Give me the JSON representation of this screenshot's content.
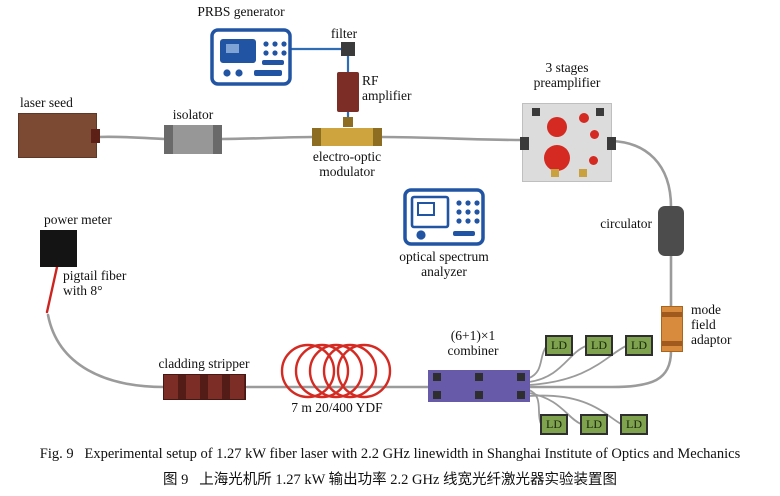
{
  "figure": {
    "components": {
      "prbs_generator": {
        "label": "PRBS generator"
      },
      "filter": {
        "label": "filter"
      },
      "rf_amplifier": {
        "label_lines": [
          "RF",
          "amplifier"
        ]
      },
      "laser_seed": {
        "label": "laser seed"
      },
      "isolator": {
        "label": "isolator"
      },
      "electro_optic_modulator": {
        "label_lines": [
          "electro-optic",
          "modulator"
        ]
      },
      "preamplifier": {
        "label_lines": [
          "3 stages",
          "preamplifier"
        ]
      },
      "circulator": {
        "label": "circulator"
      },
      "optical_spectrum_analyzer": {
        "label_lines": [
          "optical spectrum",
          "analyzer"
        ]
      },
      "power_meter": {
        "label": "power meter"
      },
      "pigtail_fiber": {
        "label_lines": [
          "pigtail fiber",
          "with 8°"
        ]
      },
      "mode_field_adaptor": {
        "label_lines": [
          "mode",
          "field",
          "adaptor"
        ]
      },
      "combiner": {
        "label_lines": [
          "(6+1)×1",
          "combiner"
        ]
      },
      "ydf_coil": {
        "label": "7 m 20/400 YDF"
      },
      "cladding_stripper": {
        "label": "cladding stripper"
      },
      "laser_diodes": [
        "LD",
        "LD",
        "LD",
        "LD",
        "LD",
        "LD"
      ]
    },
    "colors": {
      "instrument_blue": "#2155a3",
      "fiber_gray": "#9b9b9b",
      "pump_red": "#d42a22",
      "seed_brown": "#7c4a33",
      "rf_maroon": "#7b2d26",
      "modulator_gold": "#cda43e",
      "combiner_purple": "#675aa8",
      "ld_green": "#7fa24e",
      "adaptor_orange": "#d88b3c"
    },
    "caption_en": "Fig. 9   Experimental setup of 1.27 kW fiber laser with 2.2 GHz linewidth in Shanghai Institute of Optics and Mechanics",
    "caption_zh": "图 9   上海光机所 1.27 kW 输出功率 2.2 GHz 线宽光纤激光器实验装置图"
  }
}
